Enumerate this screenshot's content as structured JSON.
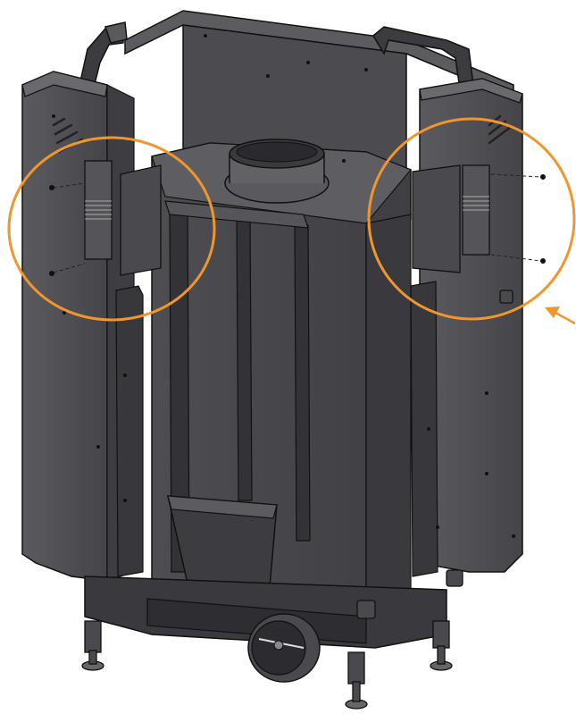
{
  "figure": {
    "type": "technical-exploded-drawing",
    "subject": "fireplace-insert",
    "colors": {
      "metal_dark": "#4a4a4e",
      "metal_mid": "#5a5a5e",
      "metal_light": "#6c6c70",
      "outline": "#111111",
      "highlight": "#e8e8e8",
      "callout": "#f0962d",
      "background": "#ffffff"
    },
    "callouts": [
      {
        "id": "left-bracket-detail",
        "shape": "ellipse"
      },
      {
        "id": "right-bracket-detail",
        "shape": "ellipse"
      }
    ],
    "arrow": {
      "direction": "pointing-left"
    }
  }
}
